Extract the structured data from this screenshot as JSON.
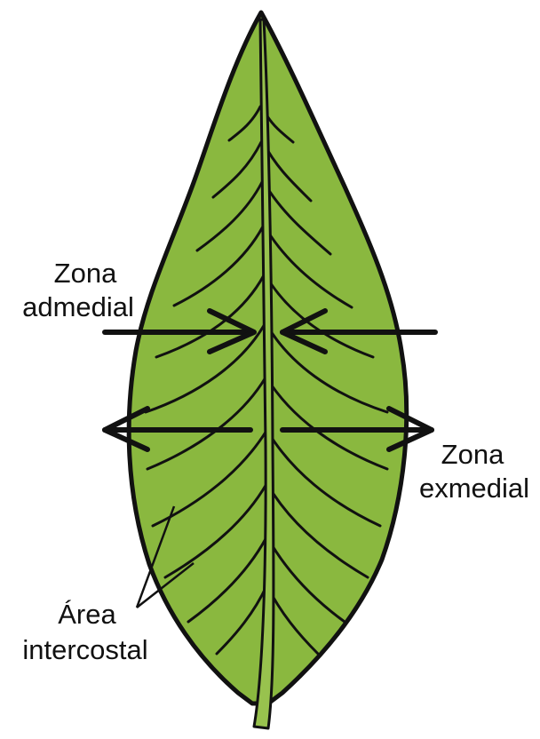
{
  "labels": {
    "admedial_line1": "Zona",
    "admedial_line2": "admedial",
    "exmedial_line1": "Zona",
    "exmedial_line2": "exmedial",
    "intercostal_line1": "Área",
    "intercostal_line2": "intercostal"
  },
  "colors": {
    "leaf_fill": "#8ab83f",
    "outline": "#111111",
    "midrib_fill": "#98c24e",
    "background": "#ffffff"
  }
}
